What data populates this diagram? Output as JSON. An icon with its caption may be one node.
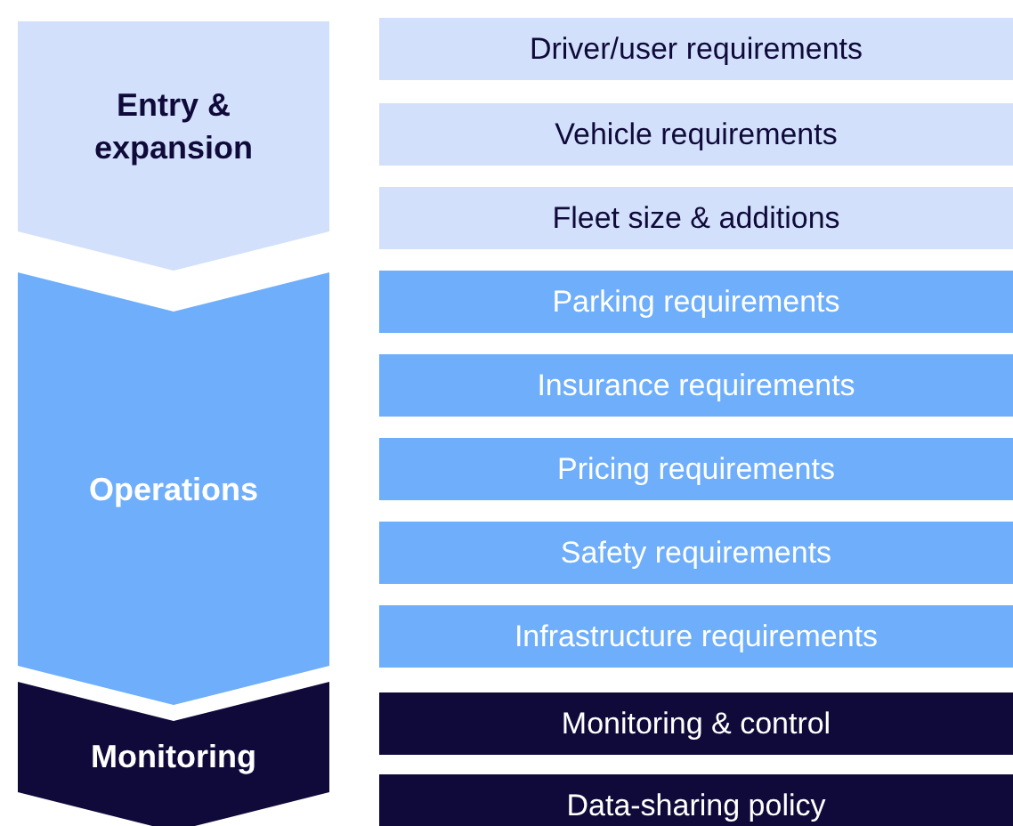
{
  "diagram": {
    "nodes": [
      {
        "text": [
          "Entry & expansion"
        ]
      },
      {
        "text": [
          "Driver/user requirements"
        ]
      },
      {
        "text": [
          "Vehicle requirements"
        ]
      },
      {
        "text": [
          "Fleet size & additions"
        ]
      },
      {
        "text": [
          "Operations"
        ]
      },
      {
        "text": [
          "Parking requirements"
        ]
      },
      {
        "text": [
          "Insurance requirements"
        ]
      },
      {
        "text": [
          "Pricing requirements"
        ]
      },
      {
        "text": [
          "Safety requirements"
        ]
      },
      {
        "text": [
          "Infrastructure requirements"
        ]
      },
      {
        "text": [
          "Monitoring"
        ]
      },
      {
        "text": [
          "Monitoring & control"
        ]
      },
      {
        "text": [
          "Data-sharing policy"
        ]
      }
    ]
  }
}
